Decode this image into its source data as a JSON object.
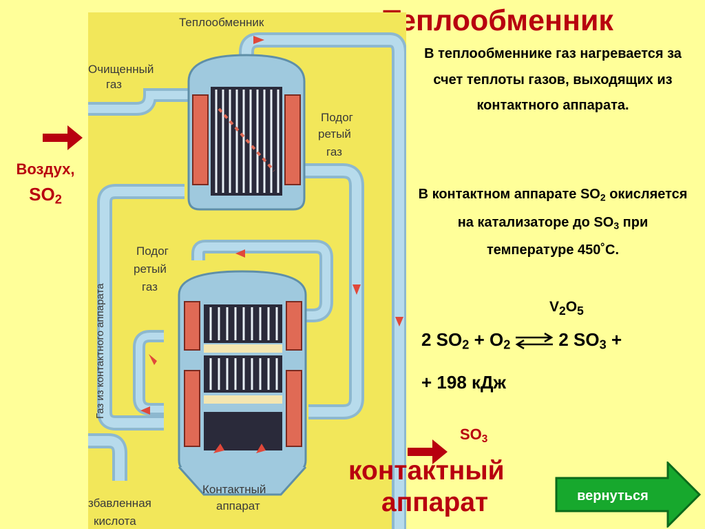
{
  "title": "Теплообменник",
  "paragraph1": "В теплообменнике газ нагревается за счет теплоты газов, выходящих из контактного аппарата.",
  "paragraph2": {
    "part1": "В контактном аппарате SO",
    "sub1": "2",
    "part2": " окисляется на катализаторе до SO",
    "sub2": "3",
    "part3": " при температуре 450˚С."
  },
  "left_label": {
    "line1": "Воздух,",
    "so": "SO",
    "sub": "2"
  },
  "catalyst": {
    "v": "V",
    "sub1": "2",
    "o": "O",
    "sub2": "5"
  },
  "equation": {
    "p1": "2 SO",
    "s1": "2",
    "p2": " + O",
    "s2": "2",
    "p3": "2 SO",
    "s3": "3",
    "p4": " +",
    "line2": "+ 198 кДж"
  },
  "so3_label": {
    "so": "SO",
    "sub": "3"
  },
  "apparatus_title": {
    "line1": "контактный",
    "line2": "аппарат"
  },
  "back_button": {
    "label": "вернуться"
  },
  "diagram_labels": {
    "heat_exchanger": "Теплообменник",
    "cleaned_gas_1": "Очищенный",
    "cleaned_gas_2": "газ",
    "heated_gas_top_1": "Подог",
    "heated_gas_top_2": "ретый",
    "heated_gas_top_3": "газ",
    "heated_gas_mid_1": "Подог",
    "heated_gas_mid_2": "ретый",
    "heated_gas_mid_3": "газ",
    "gas_from_apparatus": "Газ из контактного аппарата",
    "contact_apparatus_1": "Контактный",
    "contact_apparatus_2": "аппарат",
    "diluted_acid_1": "збавленная",
    "diluted_acid_2": "кислота"
  },
  "colors": {
    "accent_red": "#b8000f",
    "background": "#ffff99",
    "diagram_bg": "#f2e75a",
    "pipe": "#a8cfe4",
    "button": "#17a82d"
  }
}
